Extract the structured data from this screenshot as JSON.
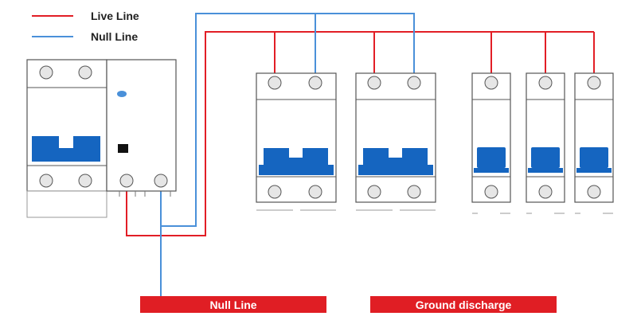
{
  "legend": {
    "live": {
      "label": "Live Line",
      "color": "#e21e26"
    },
    "null": {
      "label": "Null Line",
      "color": "#4a90d9"
    }
  },
  "banners": {
    "null_line": "Null Line",
    "ground_discharge": "Ground discharge"
  },
  "colors": {
    "banner": "#e01e24",
    "breaker_blue": "#1565c0",
    "indicator_blue": "#4a90d9",
    "terminal_fill": "#e6e6e6",
    "body_outline": "#555555"
  },
  "components": {
    "main_switch": {
      "poles": 2,
      "icon": "rcd-main-switch"
    },
    "two_pole_breakers": 2,
    "single_pole_breakers": 3
  }
}
